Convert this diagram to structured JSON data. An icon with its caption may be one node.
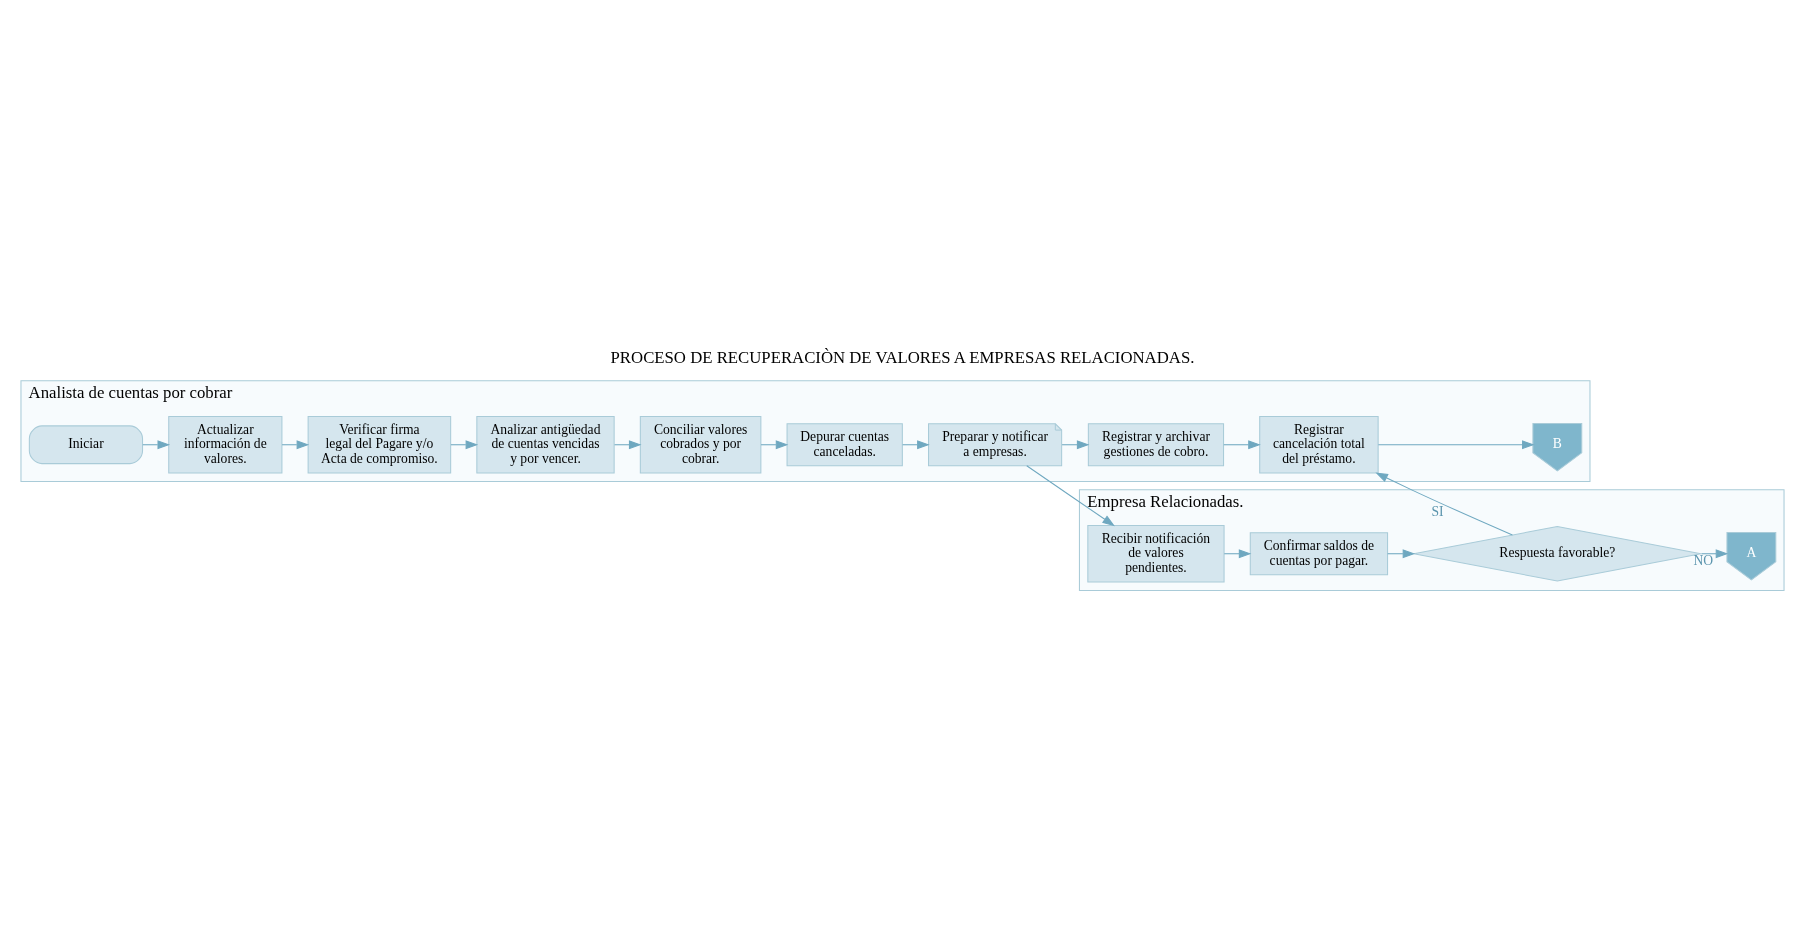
{
  "diagram": {
    "title": "PROCESO DE RECUPERACIÒN DE VALORES A EMPRESAS RELACIONADAS.",
    "nodes": [
      {
        "text": [
          "Analista de cuentas por cobrar"
        ]
      },
      {
        "text": [
          "Iniciar"
        ],
        "in": 0
      },
      {
        "text": [
          "Actualizar información de valores."
        ],
        "in": 0
      },
      {
        "text": [
          "Verificar firma legal del Pagare y/o Acta de compromiso."
        ],
        "in": 0
      },
      {
        "text": [
          "Analizar antigüedad de cuentas vencidas y por vencer."
        ],
        "in": 0
      },
      {
        "text": [
          "Conciliar valores cobrados y por cobrar."
        ],
        "in": 0
      },
      {
        "text": [
          "Depurar cuentas canceladas."
        ],
        "in": 0
      },
      {
        "text": [
          "Preparar y notificar a empresas."
        ],
        "in": 0
      },
      {
        "text": [
          "Registrar y archivar gestiones de cobro."
        ],
        "in": 0
      },
      {
        "text": [
          "Registrar cancelación total del préstamo."
        ],
        "in": 0
      },
      {
        "text": [
          "B"
        ],
        "in": 0
      },
      {
        "text": [
          "Empresa Relacionadas."
        ]
      },
      {
        "text": [
          "Recibir notificación de valores pendientes."
        ],
        "in": 11
      },
      {
        "text": [
          "Confirmar saldos de cuentas por pagar."
        ],
        "in": 11
      },
      {
        "text": [
          "Respuesta favorable?"
        ],
        "in": 11
      },
      {
        "text": [
          "A"
        ],
        "in": 11
      }
    ],
    "edges": [
      {
        "from": 1,
        "to": 2,
        "arrow": "to"
      },
      {
        "from": 2,
        "to": 3,
        "arrow": "to"
      },
      {
        "from": 3,
        "to": 4,
        "arrow": "to"
      },
      {
        "from": 4,
        "to": 5,
        "arrow": "to"
      },
      {
        "from": 5,
        "to": 6,
        "arrow": "to"
      },
      {
        "from": 6,
        "to": 7,
        "arrow": "to"
      },
      {
        "from": 7,
        "to": 8,
        "arrow": "to"
      },
      {
        "from": 8,
        "to": 9,
        "arrow": "to"
      },
      {
        "from": 9,
        "to": 10,
        "arrow": "to"
      },
      {
        "from": 7,
        "to": 12,
        "arrow": "to"
      },
      {
        "from": 12,
        "to": 13,
        "arrow": "to"
      },
      {
        "from": 13,
        "to": 14,
        "arrow": "to"
      },
      {
        "from": 14,
        "to": 9,
        "arrow": "to",
        "label": "SI"
      },
      {
        "from": 14,
        "to": 15,
        "arrow": "to",
        "label": "NO"
      }
    ]
  }
}
